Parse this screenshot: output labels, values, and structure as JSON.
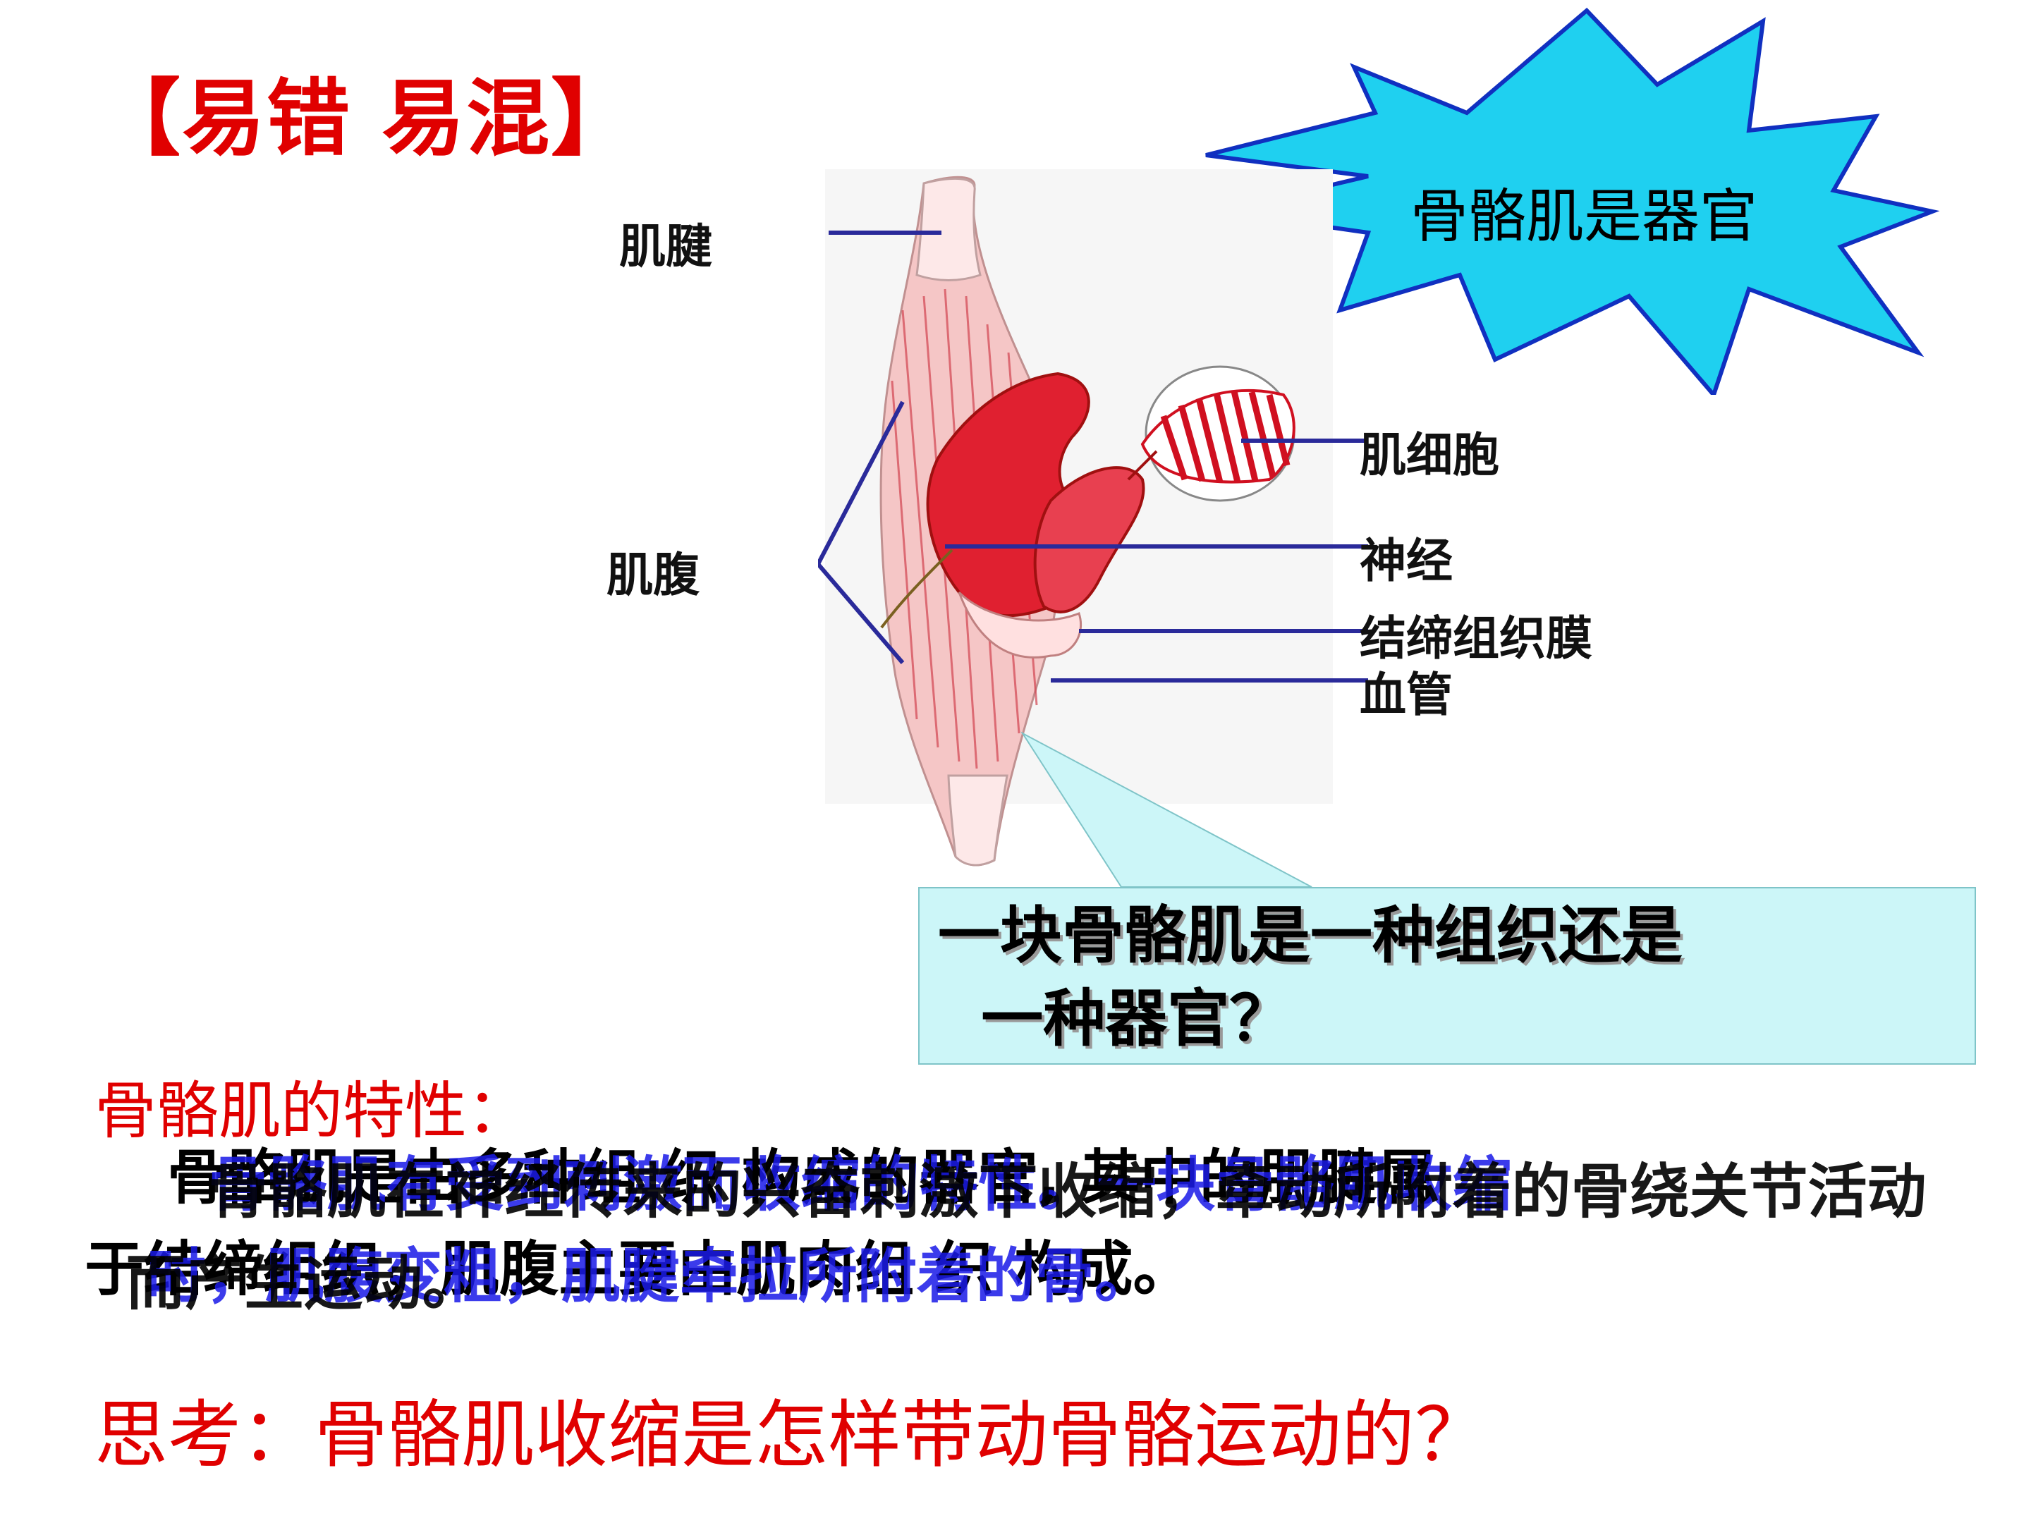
{
  "slide": {
    "title": "【易错 易混】",
    "burst_label": "骨骼肌是器官",
    "diagram_labels": {
      "tendon": "肌腱",
      "belly": "肌腹",
      "muscle_cell": "肌细胞",
      "nerve": "神经",
      "connective_membrane": "结缔组织膜",
      "blood_vessel": "血管"
    },
    "callout_question": "一块骨骼肌是一种组织还是\n  一种器官？",
    "properties_heading": "骨骼肌的特性：",
    "overlapping_paragraphs": {
      "a": "    骨骼肌是由多种组 织 构成的器官, 其中的肌腱属\n于结缔组织，肌腹主要由肌肉组 织 构成。",
      "b": "      骨骼肌有受到刺激而收缩的特性。一块骨骼肌收缩\n   时，肌腹变粗，肌腱牵拉所附着的骨。",
      "c": "      骨骼肌在神经传来的兴奋刺激下收缩，牵动所附着的骨绕关节活动\n  而产生运动。"
    },
    "think_question": "思考：骨骼肌收缩是怎样带动骨骼运动的？"
  },
  "colors": {
    "title_red": "#e00000",
    "burst_fill": "#1fd0f0",
    "burst_stroke": "#1030c0",
    "leader_line": "#2a2a9a",
    "callout_fill": "#ccf6f8",
    "muscle_red": "#e02030",
    "blue_text": "#1a1ae8"
  },
  "icons": {
    "burst": "explosion-burst-shape",
    "muscle": "skeletal-muscle-illustration",
    "magnifier": "muscle-fiber-magnified-circle"
  }
}
